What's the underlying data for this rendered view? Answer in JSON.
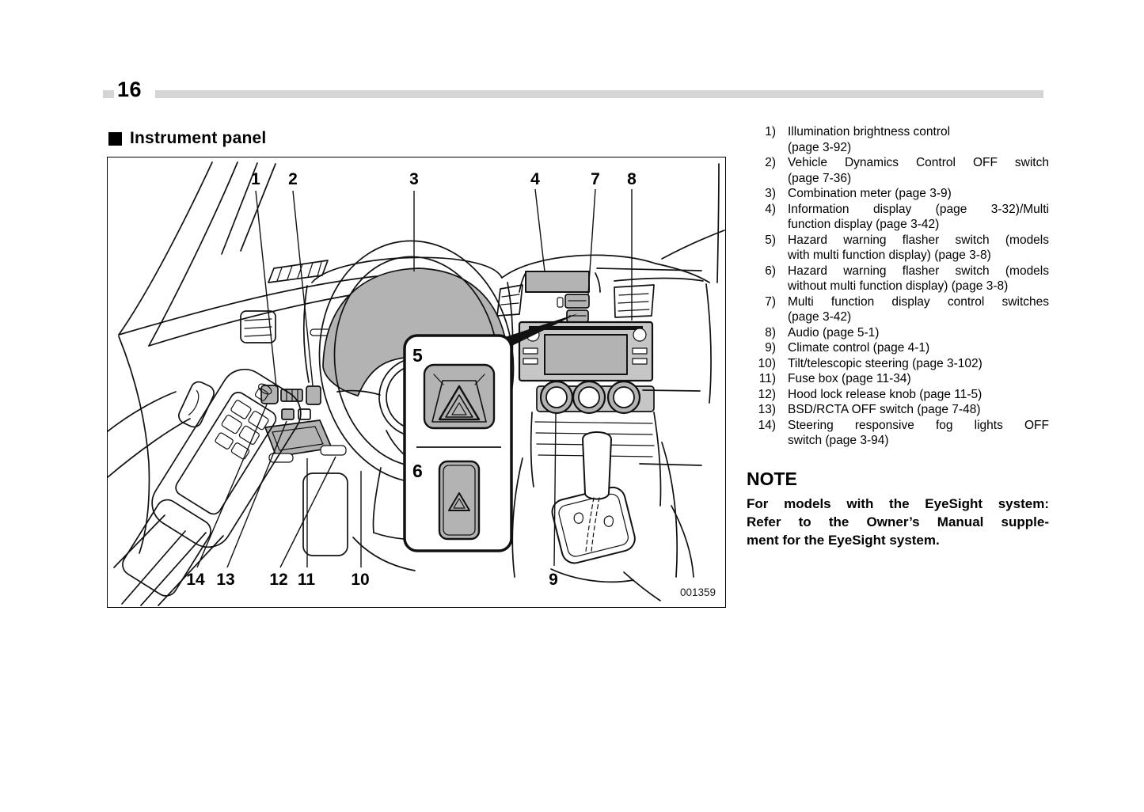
{
  "page": {
    "number": "16"
  },
  "section": {
    "title": "Instrument panel"
  },
  "figure": {
    "code": "001359",
    "callouts": {
      "top": [
        "1",
        "2",
        "3",
        "4",
        "7",
        "8"
      ],
      "bottom": [
        "14",
        "13",
        "12",
        "11",
        "10",
        "9"
      ],
      "inset": [
        "5",
        "6"
      ]
    }
  },
  "parts_list": [
    {
      "num": "1)",
      "lines": [
        "Illumination brightness control",
        "(page 3-92)"
      ]
    },
    {
      "num": "2)",
      "lines": [
        "Vehicle Dynamics Control OFF switch",
        "(page 7-36)"
      ]
    },
    {
      "num": "3)",
      "lines": [
        "Combination meter (page 3-9)"
      ]
    },
    {
      "num": "4)",
      "lines": [
        "Information display (page 3-32)/Multi",
        "function display (page 3-42)"
      ]
    },
    {
      "num": "5)",
      "lines": [
        "Hazard warning flasher switch (models",
        "with multi function display) (page 3-8)"
      ]
    },
    {
      "num": "6)",
      "lines": [
        "Hazard warning flasher switch (models",
        "without multi function display) (page 3-8)"
      ]
    },
    {
      "num": "7)",
      "lines": [
        "Multi function display control switches",
        "(page 3-42)"
      ]
    },
    {
      "num": "8)",
      "lines": [
        "Audio (page 5-1)"
      ]
    },
    {
      "num": "9)",
      "lines": [
        "Climate control (page 4-1)"
      ]
    },
    {
      "num": "10)",
      "lines": [
        "Tilt/telescopic steering (page 3-102)"
      ]
    },
    {
      "num": "11)",
      "lines": [
        "Fuse box (page 11-34)"
      ]
    },
    {
      "num": "12)",
      "lines": [
        "Hood lock release knob (page 11-5)"
      ]
    },
    {
      "num": "13)",
      "lines": [
        "BSD/RCTA OFF switch (page 7-48)"
      ]
    },
    {
      "num": "14)",
      "lines": [
        "Steering responsive fog lights OFF",
        "switch (page 3-94)"
      ]
    }
  ],
  "note": {
    "heading": "NOTE",
    "lines": [
      "For models with the EyeSight system:",
      "Refer to the Owner’s Manual supple-",
      "ment for the EyeSight system."
    ]
  },
  "colors": {
    "shade_gray": "#b3b3b3",
    "rule_gray": "#d5d5d5"
  }
}
